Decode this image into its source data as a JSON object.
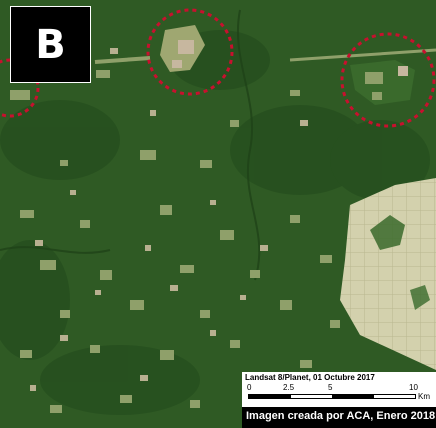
{
  "panel": {
    "label": "B"
  },
  "map": {
    "colors": {
      "forest": "#2f5a24",
      "forest_dark": "#244a1c",
      "clearing": "#9aa774",
      "clearing_light": "#c2b59a",
      "plantation": "#cfcfa8",
      "highlight_circle": "#c8102e"
    },
    "highlight_markers": [
      {
        "name": "circle-top-left"
      },
      {
        "name": "circle-top-center"
      },
      {
        "name": "circle-top-right"
      }
    ]
  },
  "scale_bar": {
    "source_text": "Landsat 8/Planet, 01 Octubre 2017",
    "ticks": [
      "0",
      "2.5",
      "5",
      "10"
    ],
    "unit": "Km"
  },
  "credit": {
    "text": "Imagen creada por ACA, Enero 2018"
  }
}
